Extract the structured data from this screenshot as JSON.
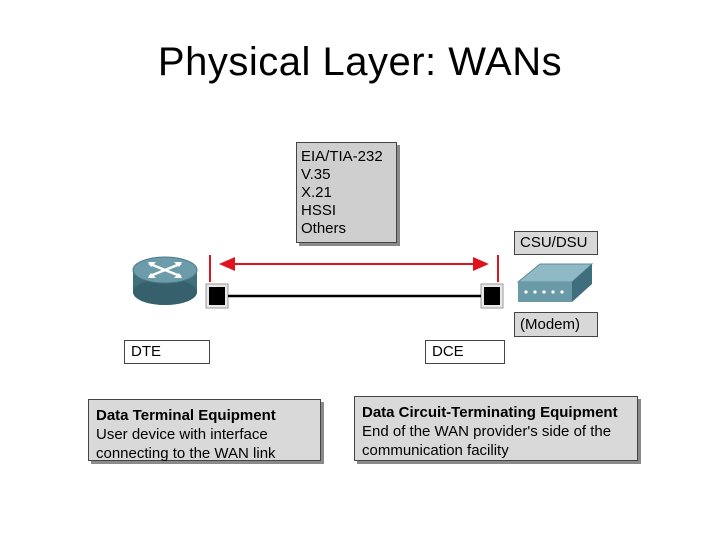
{
  "title": "Physical Layer: WANs",
  "standards": [
    "EIA/TIA-232",
    "V.35",
    "X.21",
    "HSSI",
    "Others"
  ],
  "labels": {
    "csu_dsu": "CSU/DSU",
    "modem": "(Modem)",
    "dte": "DTE",
    "dce": "DCE"
  },
  "dte_description": {
    "heading": "Data Terminal Equipment",
    "line1": "User device with interface",
    "line2": "connecting to the WAN link"
  },
  "dce_description": {
    "heading": "Data Circuit-Terminating Equipment",
    "line1": "End of the WAN provider's side of the",
    "line2": "communication facility"
  },
  "colors": {
    "arrow": "#e0141e",
    "router": "#5b8c99",
    "link": "#000000"
  },
  "icons": [
    "router-icon",
    "csu-dsu-icon"
  ]
}
